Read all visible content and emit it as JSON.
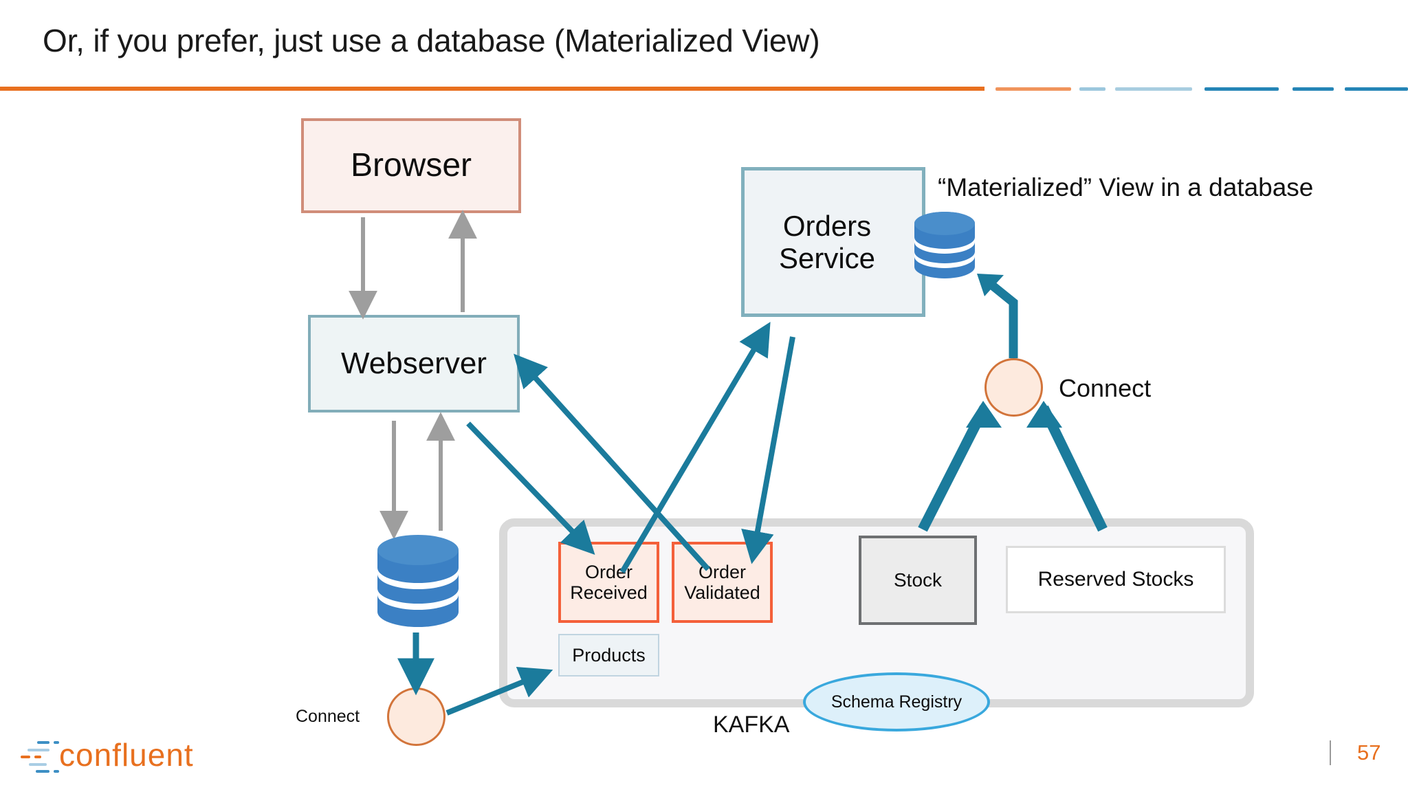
{
  "slide": {
    "title": "Or, if you prefer, just use a database (Materialized View)",
    "page_number": "57",
    "brand": "confluent"
  },
  "theme": {
    "accent_orange": "#e8701f",
    "accent_orange_light": "#f0945c",
    "accent_blue": "#2585b6",
    "accent_blue_light": "#a8cde0",
    "arrow_teal": "#1b7b9c",
    "arrow_grey": "#9e9e9e",
    "topic_border": "#f4603a",
    "box_border_teal": "#81b0bd",
    "box_border_salmon": "#d08d79",
    "cylinder_blue": "#3b80c4",
    "connect_border": "#d2743a",
    "kafka_border": "#d9d9d9",
    "schema_border": "#39a8dd"
  },
  "diagram": {
    "browser": {
      "label": "Browser"
    },
    "webserver": {
      "label": "Webserver"
    },
    "orders_service": {
      "line1": "Orders",
      "line2": "Service"
    },
    "materialized_caption": "“Materialized” View in a database",
    "kafka": {
      "label": "KAFKA",
      "topics": [
        {
          "id": "order-received",
          "line1": "Order",
          "line2": "Received"
        },
        {
          "id": "order-validated",
          "line1": "Order",
          "line2": "Validated"
        },
        {
          "id": "products",
          "label": "Products"
        },
        {
          "id": "stock",
          "label": "Stock"
        },
        {
          "id": "reserved-stocks",
          "label": "Reserved Stocks"
        }
      ],
      "schema_registry": {
        "label": "Schema Registry"
      }
    },
    "connectors": [
      {
        "id": "connect-right",
        "label": "Connect"
      },
      {
        "id": "connect-left",
        "label": "Connect"
      }
    ],
    "databases": [
      {
        "id": "orders-db",
        "icon": "database-cylinder-icon"
      },
      {
        "id": "webserver-db",
        "icon": "database-cylinder-icon"
      }
    ]
  }
}
